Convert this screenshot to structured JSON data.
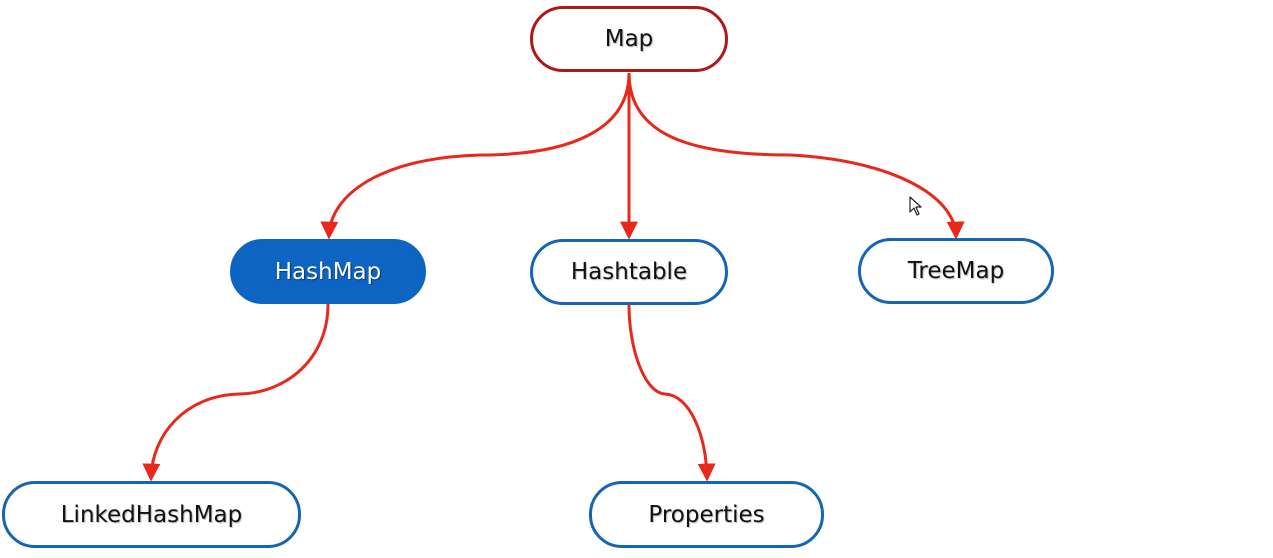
{
  "diagram": {
    "nodes": {
      "map": "Map",
      "hashmap": "HashMap",
      "hashtable": "Hashtable",
      "treemap": "TreeMap",
      "linkedhashmap": "LinkedHashMap",
      "properties": "Properties"
    },
    "edges": [
      {
        "from": "Map",
        "to": "HashMap"
      },
      {
        "from": "Map",
        "to": "Hashtable"
      },
      {
        "from": "Map",
        "to": "TreeMap"
      },
      {
        "from": "HashMap",
        "to": "LinkedHashMap"
      },
      {
        "from": "Hashtable",
        "to": "Properties"
      }
    ],
    "selected_node": "HashMap",
    "colors": {
      "edge": "#e8281b",
      "node_border": "#1565b5",
      "root_border": "#b01818",
      "selected_fill": "#0d64c2"
    }
  }
}
